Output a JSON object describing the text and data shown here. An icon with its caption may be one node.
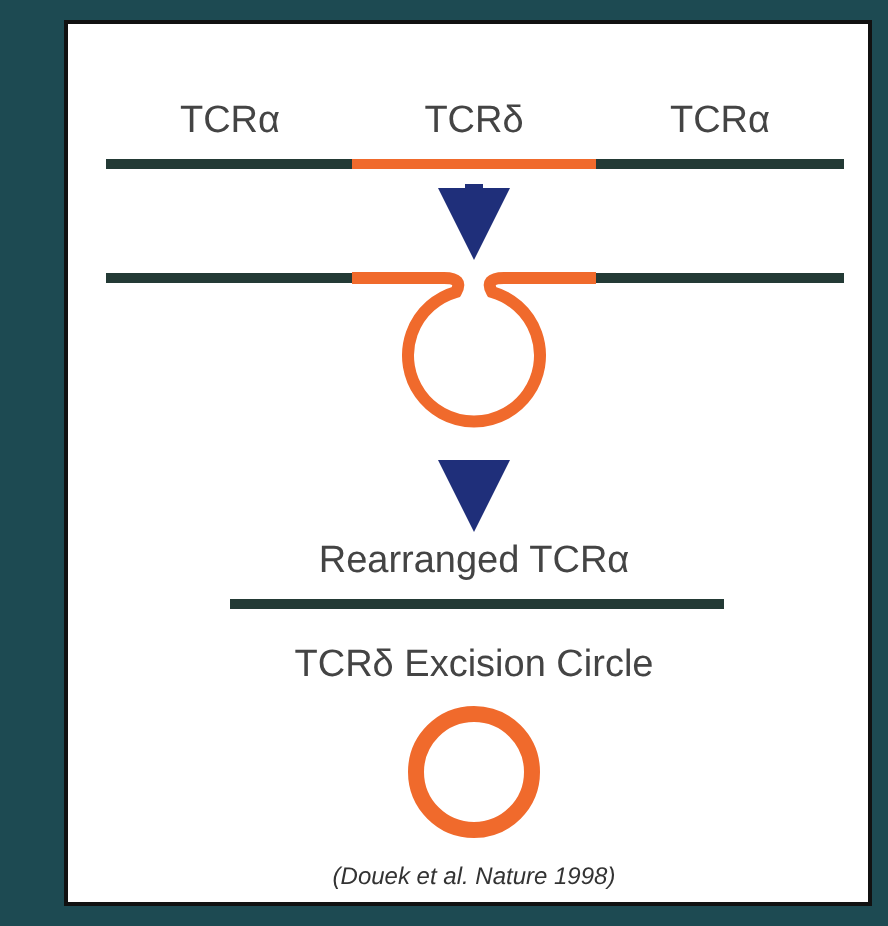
{
  "diagram": {
    "caption": "(Douek et al. Nature 1998)",
    "labels": [
      "TCRα",
      "TCRδ",
      "TCRα",
      "Rearranged TCRα",
      "TCRδ Excision Circle"
    ]
  }
}
